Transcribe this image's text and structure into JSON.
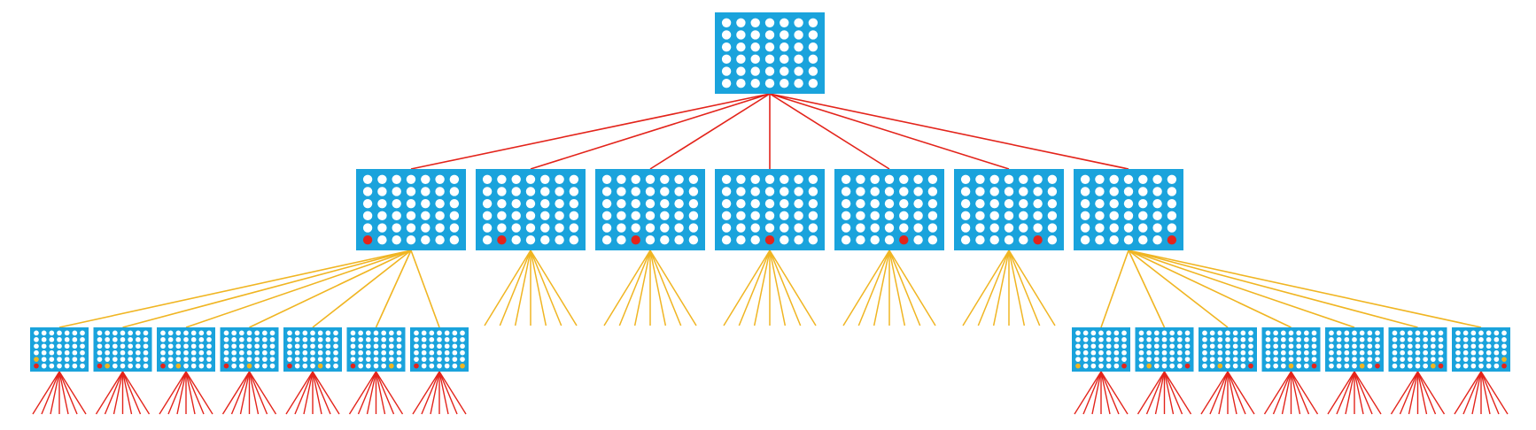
{
  "colors": {
    "board": "#1aa3dc",
    "hole": "#ffffff",
    "red": "#e3241b",
    "yellow": "#f0b522",
    "edge_red": "#e3241b",
    "edge_yellow": "#f0b522",
    "background": "#ffffff"
  },
  "board": {
    "columns": 7,
    "rows": 6
  },
  "tree": {
    "root": {
      "pieces": []
    },
    "level1": [
      {
        "pieces": [
          {
            "col": 0,
            "row": 5,
            "color": "red"
          }
        ],
        "expanded": true
      },
      {
        "pieces": [
          {
            "col": 1,
            "row": 5,
            "color": "red"
          }
        ],
        "expanded": false
      },
      {
        "pieces": [
          {
            "col": 2,
            "row": 5,
            "color": "red"
          }
        ],
        "expanded": false
      },
      {
        "pieces": [
          {
            "col": 3,
            "row": 5,
            "color": "red"
          }
        ],
        "expanded": false
      },
      {
        "pieces": [
          {
            "col": 4,
            "row": 5,
            "color": "red"
          }
        ],
        "expanded": false
      },
      {
        "pieces": [
          {
            "col": 5,
            "row": 5,
            "color": "red"
          }
        ],
        "expanded": false
      },
      {
        "pieces": [
          {
            "col": 6,
            "row": 5,
            "color": "red"
          }
        ],
        "expanded": true
      }
    ],
    "level2_left": [
      {
        "pieces": [
          {
            "col": 0,
            "row": 5,
            "color": "red"
          },
          {
            "col": 0,
            "row": 4,
            "color": "yellow"
          }
        ]
      },
      {
        "pieces": [
          {
            "col": 0,
            "row": 5,
            "color": "red"
          },
          {
            "col": 1,
            "row": 5,
            "color": "yellow"
          }
        ]
      },
      {
        "pieces": [
          {
            "col": 0,
            "row": 5,
            "color": "red"
          },
          {
            "col": 2,
            "row": 5,
            "color": "yellow"
          }
        ]
      },
      {
        "pieces": [
          {
            "col": 0,
            "row": 5,
            "color": "red"
          },
          {
            "col": 3,
            "row": 5,
            "color": "yellow"
          }
        ]
      },
      {
        "pieces": [
          {
            "col": 0,
            "row": 5,
            "color": "red"
          },
          {
            "col": 4,
            "row": 5,
            "color": "yellow"
          }
        ]
      },
      {
        "pieces": [
          {
            "col": 0,
            "row": 5,
            "color": "red"
          },
          {
            "col": 5,
            "row": 5,
            "color": "yellow"
          }
        ]
      },
      {
        "pieces": [
          {
            "col": 0,
            "row": 5,
            "color": "red"
          },
          {
            "col": 6,
            "row": 5,
            "color": "yellow"
          }
        ]
      }
    ],
    "level2_right": [
      {
        "pieces": [
          {
            "col": 6,
            "row": 5,
            "color": "red"
          },
          {
            "col": 0,
            "row": 5,
            "color": "yellow"
          }
        ]
      },
      {
        "pieces": [
          {
            "col": 6,
            "row": 5,
            "color": "red"
          },
          {
            "col": 1,
            "row": 5,
            "color": "yellow"
          }
        ]
      },
      {
        "pieces": [
          {
            "col": 6,
            "row": 5,
            "color": "red"
          },
          {
            "col": 2,
            "row": 5,
            "color": "yellow"
          }
        ]
      },
      {
        "pieces": [
          {
            "col": 6,
            "row": 5,
            "color": "red"
          },
          {
            "col": 3,
            "row": 5,
            "color": "yellow"
          }
        ]
      },
      {
        "pieces": [
          {
            "col": 6,
            "row": 5,
            "color": "red"
          },
          {
            "col": 4,
            "row": 5,
            "color": "yellow"
          }
        ]
      },
      {
        "pieces": [
          {
            "col": 6,
            "row": 5,
            "color": "red"
          },
          {
            "col": 5,
            "row": 5,
            "color": "yellow"
          }
        ]
      },
      {
        "pieces": [
          {
            "col": 6,
            "row": 5,
            "color": "red"
          },
          {
            "col": 6,
            "row": 4,
            "color": "yellow"
          }
        ]
      }
    ],
    "branches_per_node": 7
  }
}
